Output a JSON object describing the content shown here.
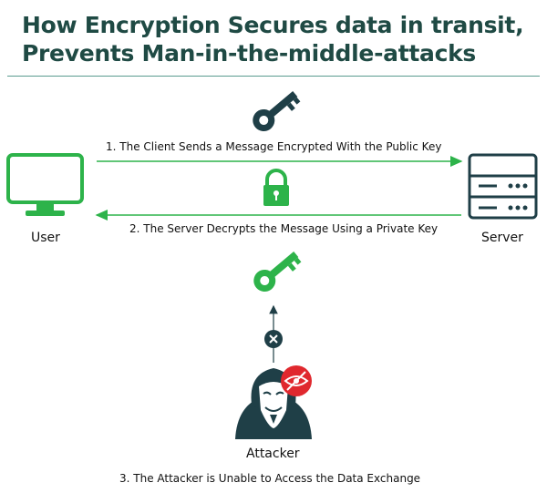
{
  "title": "How Encryption Secures data in transit, Prevents Man-in-the-middle-attacks",
  "nodes": {
    "user": "User",
    "server": "Server",
    "attacker": "Attacker"
  },
  "steps": {
    "step1": "1.   The Client Sends a Message Encrypted With the Public Key",
    "step2": "2. The Server Decrypts the Message Using a Private Key",
    "step3": "3. The Attacker is Unable to Access the Data Exchange"
  },
  "colors": {
    "green": "#2db34a",
    "dark_teal": "#1f3f47",
    "red": "#e0282e",
    "title": "#1f4a44"
  },
  "icons": {
    "public_key": "key-icon",
    "lock": "lock-icon",
    "private_key": "key-icon",
    "blocked": "close-icon",
    "hidden_eye": "eye-slash-icon"
  }
}
